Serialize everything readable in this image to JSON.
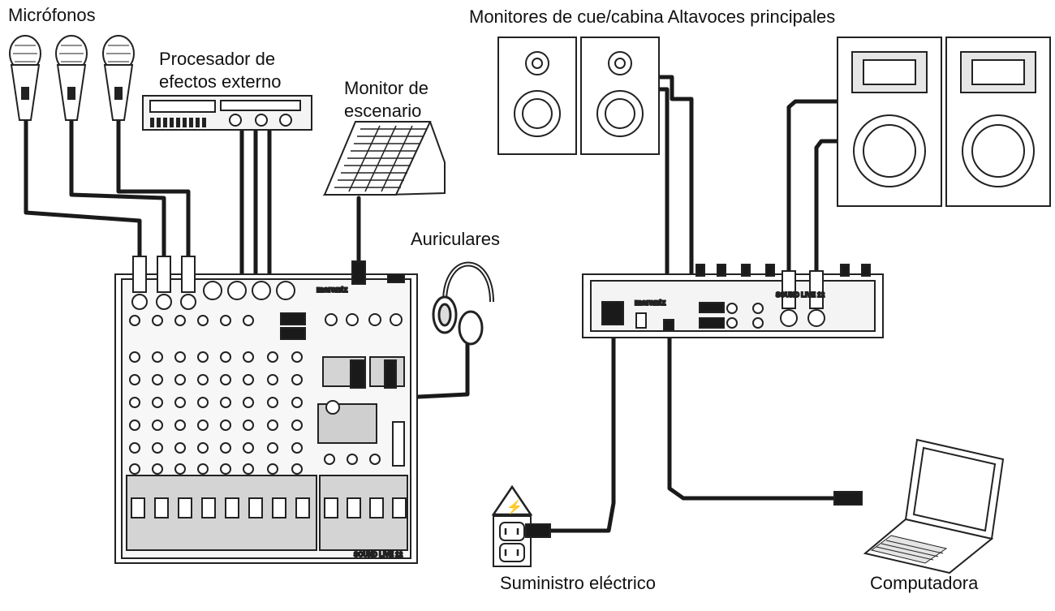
{
  "labels": {
    "microphones": "Micrófonos",
    "effects_line1": "Procesador de",
    "effects_line2": "efectos externo",
    "stage_monitor_line1": "Monitor de",
    "stage_monitor_line2": "escenario",
    "headphones": "Auriculares",
    "speakers_header": "Monitores de cue/cabina Altavoces principales",
    "power_supply": "Suministro eléctrico",
    "computer": "Computadora"
  },
  "device_text": {
    "mixer_brand": "marantz",
    "mixer_model": "SOUND LIVE 12",
    "rear_brand": "marantz",
    "rear_model": "SOUND LIVE 12",
    "warning_symbol": "⚡"
  },
  "colors": {
    "cable": "#1a1a1a",
    "outline": "#222222",
    "panel_fill": "#f4f4f4",
    "shade": "#d4d4d4",
    "background": "#ffffff"
  }
}
